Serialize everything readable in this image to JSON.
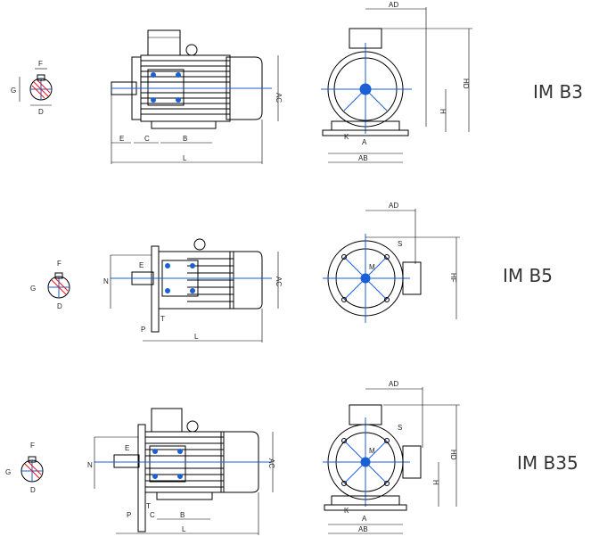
{
  "variants": [
    {
      "title": "IM B3",
      "shaft": [
        "F",
        "G",
        "D"
      ],
      "side": [
        "E",
        "C",
        "B",
        "L",
        "AC"
      ],
      "front": [
        "AD",
        "HD",
        "H",
        "A",
        "AB",
        "K"
      ]
    },
    {
      "title": "IM B5",
      "shaft": [
        "F",
        "G",
        "D"
      ],
      "side": [
        "E",
        "N",
        "T",
        "P",
        "L",
        "AC"
      ],
      "front": [
        "AD",
        "HF",
        "M",
        "S"
      ]
    },
    {
      "title": "IM B35",
      "shaft": [
        "F",
        "G",
        "D"
      ],
      "side": [
        "E",
        "N",
        "P",
        "T",
        "C",
        "B",
        "L",
        "AC"
      ],
      "front": [
        "AD",
        "HD",
        "H",
        "A",
        "AB",
        "K",
        "M",
        "S"
      ]
    }
  ],
  "colors": {
    "line": "#000000",
    "center": "#1a5fd6",
    "section": "#e11111"
  }
}
